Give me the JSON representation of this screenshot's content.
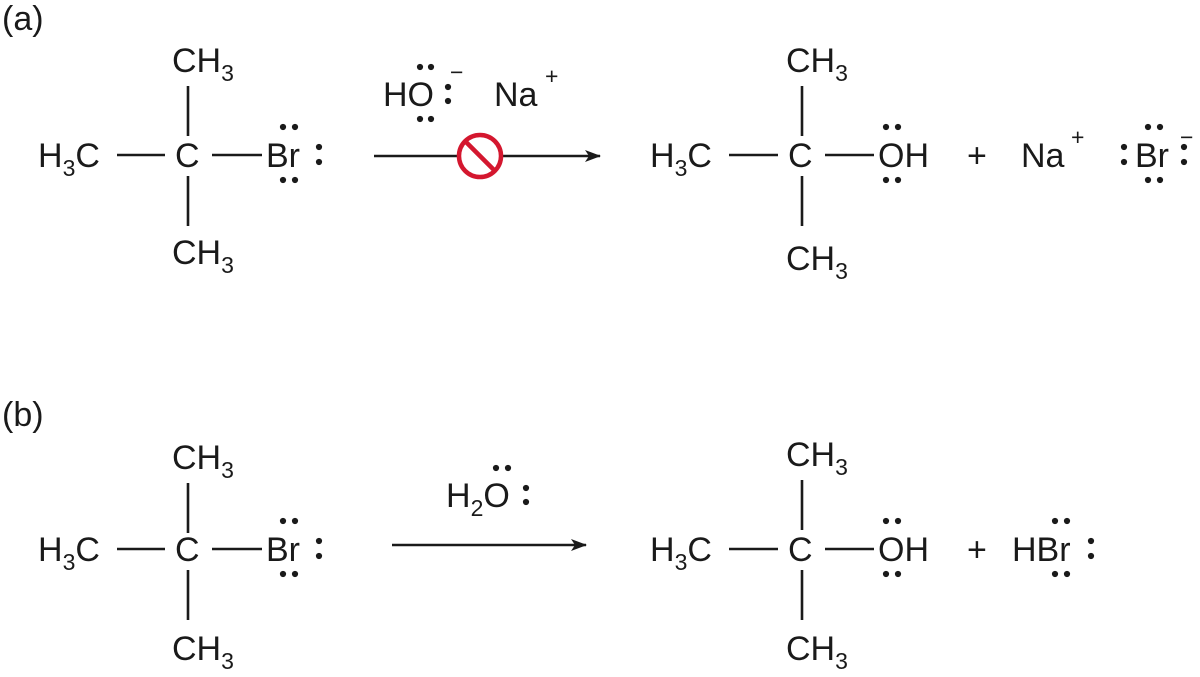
{
  "panels": [
    {
      "label": "(a)",
      "reactant": {
        "top": {
          "base": "CH",
          "sub": "3"
        },
        "left": {
          "base": "H",
          "sub": "3",
          "tail": "C"
        },
        "center": "C",
        "right": "Br",
        "bottom": {
          "base": "CH",
          "sub": "3"
        }
      },
      "reagents": [
        {
          "text": "HO",
          "charge": "−",
          "icon": "lone-pairs"
        },
        {
          "text": "Na",
          "charge": "+"
        }
      ],
      "arrow": {
        "status": "no reaction",
        "icon": "prohibition-icon",
        "color": "#d4172f"
      },
      "product": {
        "top": {
          "base": "CH",
          "sub": "3"
        },
        "left": {
          "base": "H",
          "sub": "3",
          "tail": "C"
        },
        "center": "C",
        "right": "OH",
        "bottom": {
          "base": "CH",
          "sub": "3"
        }
      },
      "plus": "+",
      "byproducts": [
        {
          "text": "Na",
          "charge": "+"
        },
        {
          "text": "Br",
          "charge": "−"
        }
      ]
    },
    {
      "label": "(b)",
      "reactant": {
        "top": {
          "base": "CH",
          "sub": "3"
        },
        "left": {
          "base": "H",
          "sub": "3",
          "tail": "C"
        },
        "center": "C",
        "right": "Br",
        "bottom": {
          "base": "CH",
          "sub": "3"
        }
      },
      "reagents": [
        {
          "base": "H",
          "sub": "2",
          "tail": "O"
        }
      ],
      "arrow": {
        "status": "reaction proceeds"
      },
      "product": {
        "top": {
          "base": "CH",
          "sub": "3"
        },
        "left": {
          "base": "H",
          "sub": "3",
          "tail": "C"
        },
        "center": "C",
        "right": "OH",
        "bottom": {
          "base": "CH",
          "sub": "3"
        }
      },
      "plus": "+",
      "byproducts": [
        {
          "text": "HBr"
        }
      ]
    }
  ]
}
